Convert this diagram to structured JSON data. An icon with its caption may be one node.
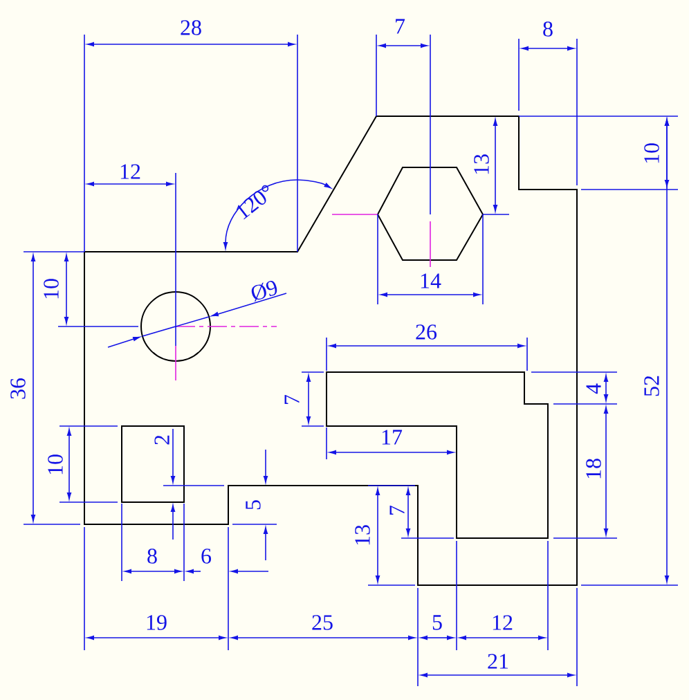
{
  "diagram": {
    "labels": [
      "28",
      "7",
      "8",
      "12",
      "120°",
      "13",
      "10",
      "10",
      "Ø9",
      "14",
      "36",
      "52",
      "26",
      "7",
      "4",
      "17",
      "2",
      "10",
      "18",
      "5",
      "7",
      "13",
      "8",
      "6",
      "19",
      "25",
      "5",
      "12",
      "21"
    ]
  }
}
